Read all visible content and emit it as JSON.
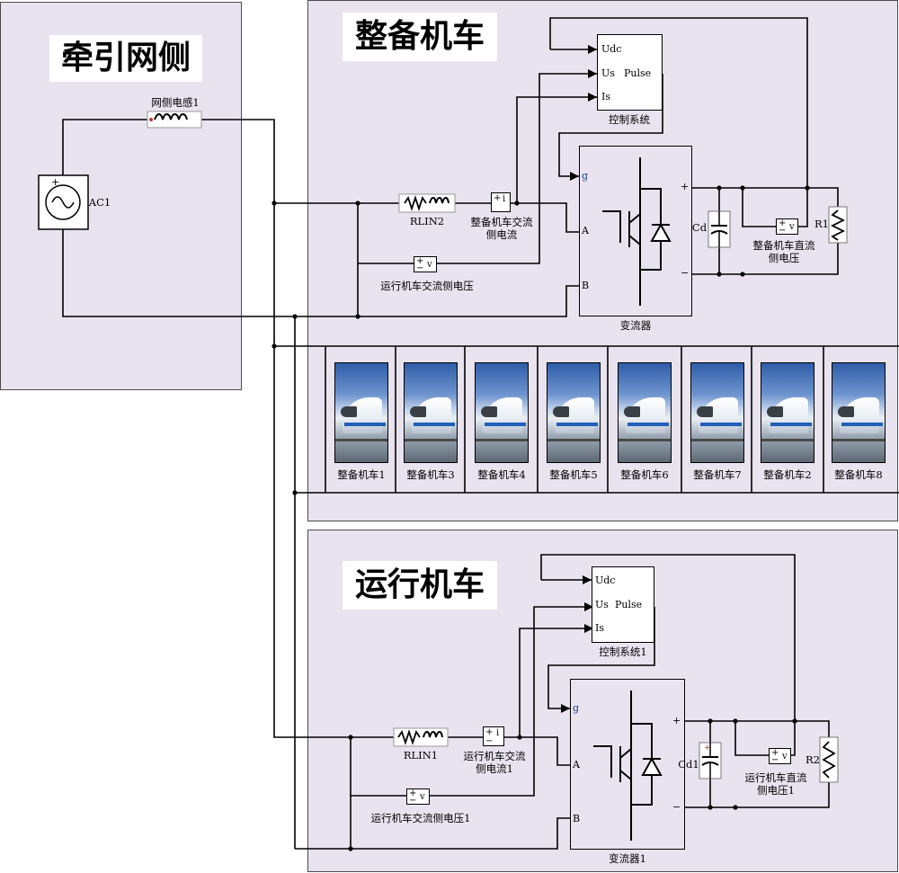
{
  "colors": {
    "panel_bg": "#e8e3ef",
    "wire": "#000000",
    "accent_red": "#c0392b"
  },
  "panels": {
    "traction": {
      "title": "牵引网侧"
    },
    "standby": {
      "title": "整备机车"
    },
    "running": {
      "title": "运行机车"
    }
  },
  "traction": {
    "source_label": "AC1",
    "inductor_label": "网侧电感1"
  },
  "standby": {
    "rl_label": "RLIN2",
    "ac_current_label": "整备机车交流\n侧电流",
    "ac_voltage_label": "运行机车交流侧电压",
    "control": {
      "name": "控制系统",
      "udc": "Udc",
      "us": "Us",
      "is": "Is",
      "pulse": "Pulse"
    },
    "converter": {
      "name": "变流器",
      "g": "g",
      "a": "A",
      "b": "B",
      "plus": "+",
      "minus": "−"
    },
    "cap_label": "Cd",
    "dc_voltage_label": "整备机车直流\n侧电压",
    "res_label": "R1",
    "meter_i": "i",
    "meter_v": "v"
  },
  "locomotives": [
    "整备机车1",
    "整备机车3",
    "整备机车4",
    "整备机车5",
    "整备机车6",
    "整备机车7",
    "整备机车2",
    "整备机车8"
  ],
  "running": {
    "rl_label": "RLIN1",
    "ac_current_label": "运行机车交流\n侧电流1",
    "ac_voltage_label": "运行机车交流侧电压1",
    "control": {
      "name": "控制系统1",
      "udc": "Udc",
      "us": "Us",
      "is": "Is",
      "pulse": "Pulse"
    },
    "converter": {
      "name": "变流器1",
      "g": "g",
      "a": "A",
      "b": "B",
      "plus": "+",
      "minus": "−"
    },
    "cap_label": "Cd1",
    "dc_voltage_label": "运行机车直流\n侧电压1",
    "res_label": "R2",
    "meter_i": "i",
    "meter_v": "v"
  }
}
